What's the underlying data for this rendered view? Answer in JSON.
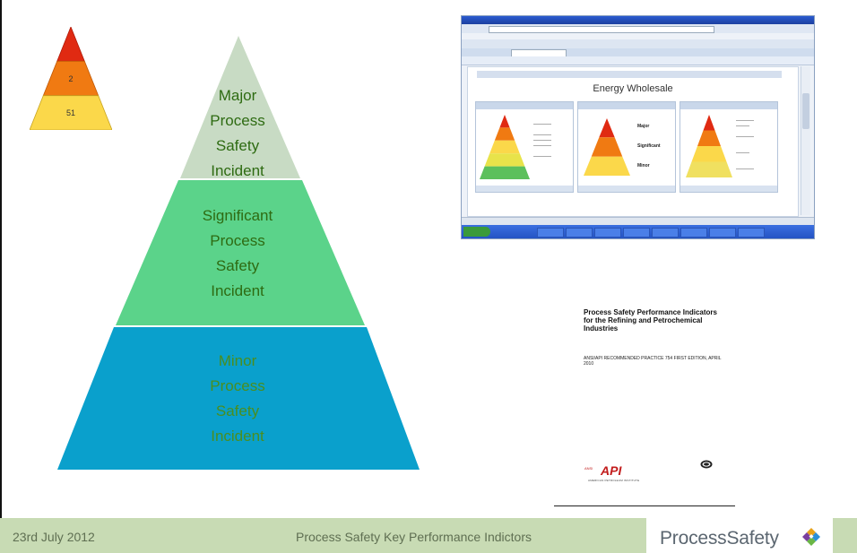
{
  "mini_pyramid": {
    "levels": [
      {
        "label": "",
        "color": "#e02a12"
      },
      {
        "label": "2",
        "color": "#f07a12"
      },
      {
        "label": "51",
        "color": "#fbd84a"
      }
    ]
  },
  "big_pyramid": {
    "levels": [
      {
        "name": "major",
        "lines": [
          "Major",
          "Process",
          "Safety",
          "Incident"
        ],
        "color": "#c8dbc4"
      },
      {
        "name": "significant",
        "lines": [
          "Significant",
          "Process",
          "Safety",
          "Incident"
        ],
        "color": "#5bd38a"
      },
      {
        "name": "minor",
        "lines": [
          "Minor",
          "Process",
          "Safety",
          "Incident"
        ],
        "color": "#0aa0cc"
      }
    ]
  },
  "screenshot": {
    "page_title": "Energy Wholesale",
    "panel_labels": [
      "Major",
      "Significant",
      "Minor"
    ]
  },
  "document": {
    "title": "Process Safety Performance Indicators for the Refining and Petrochemical Industries",
    "subtitle": "ANSI/API RECOMMENDED PRACTICE 754 FIRST EDITION, APRIL 2010",
    "logo_text": "API",
    "logo_sub": "AMERICAN PETROLEUM INSTITUTE"
  },
  "footer": {
    "date": "23rd July 2012",
    "center": "Process Safety Key Performance Indictors",
    "logo": "ProcessSafety"
  }
}
